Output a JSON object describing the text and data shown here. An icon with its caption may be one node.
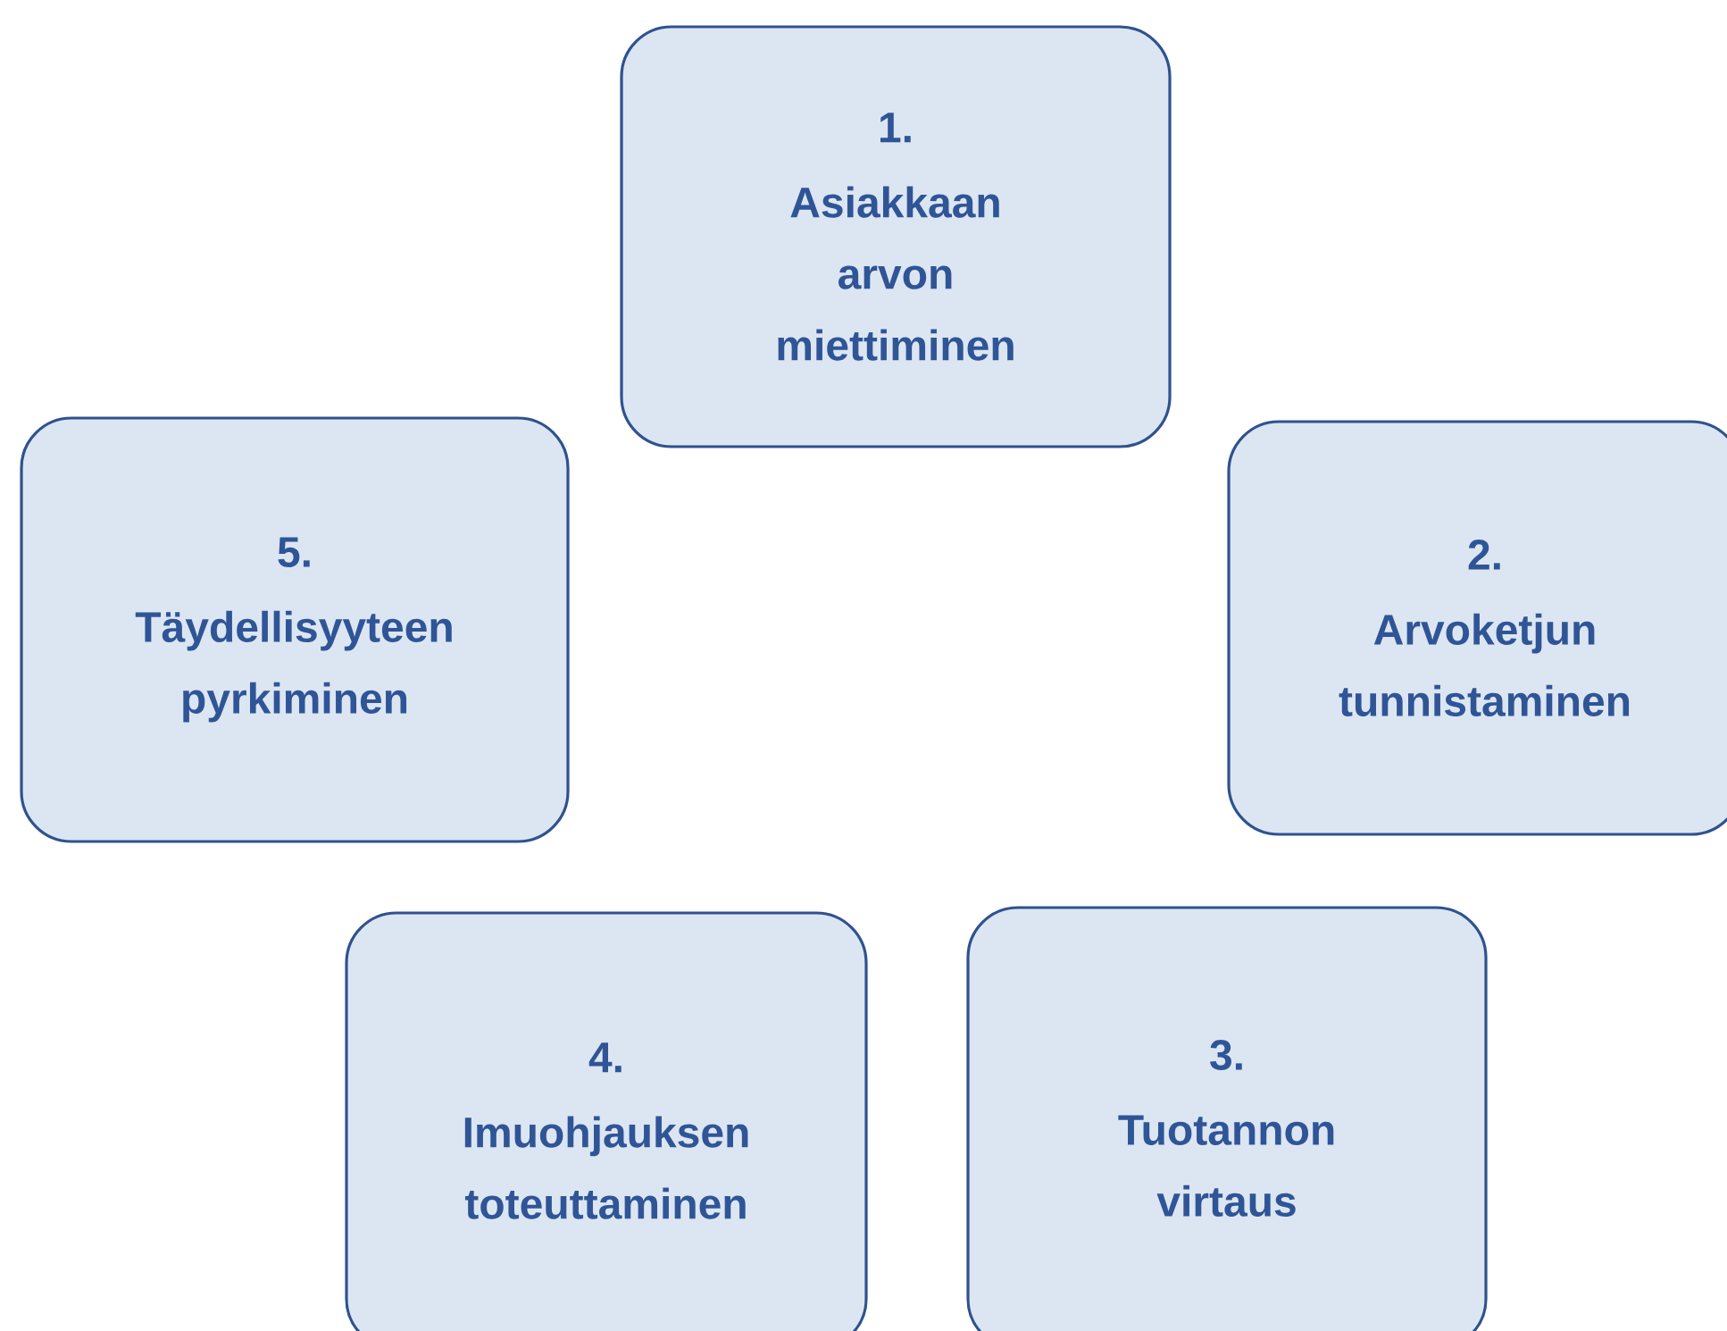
{
  "diagram": {
    "nodes": [
      {
        "text": [
          "1.",
          "Asiakkaan arvon miettiminen"
        ]
      },
      {
        "text": [
          "2.",
          "Arvoketjun tunnistaminen"
        ]
      },
      {
        "text": [
          "3.",
          "Tuotannon virtaus"
        ]
      },
      {
        "text": [
          "4.",
          "Imuohjauksen toteuttaminen"
        ]
      },
      {
        "text": [
          "5.",
          "Täydellisyyteen pyrkiminen"
        ]
      }
    ]
  }
}
